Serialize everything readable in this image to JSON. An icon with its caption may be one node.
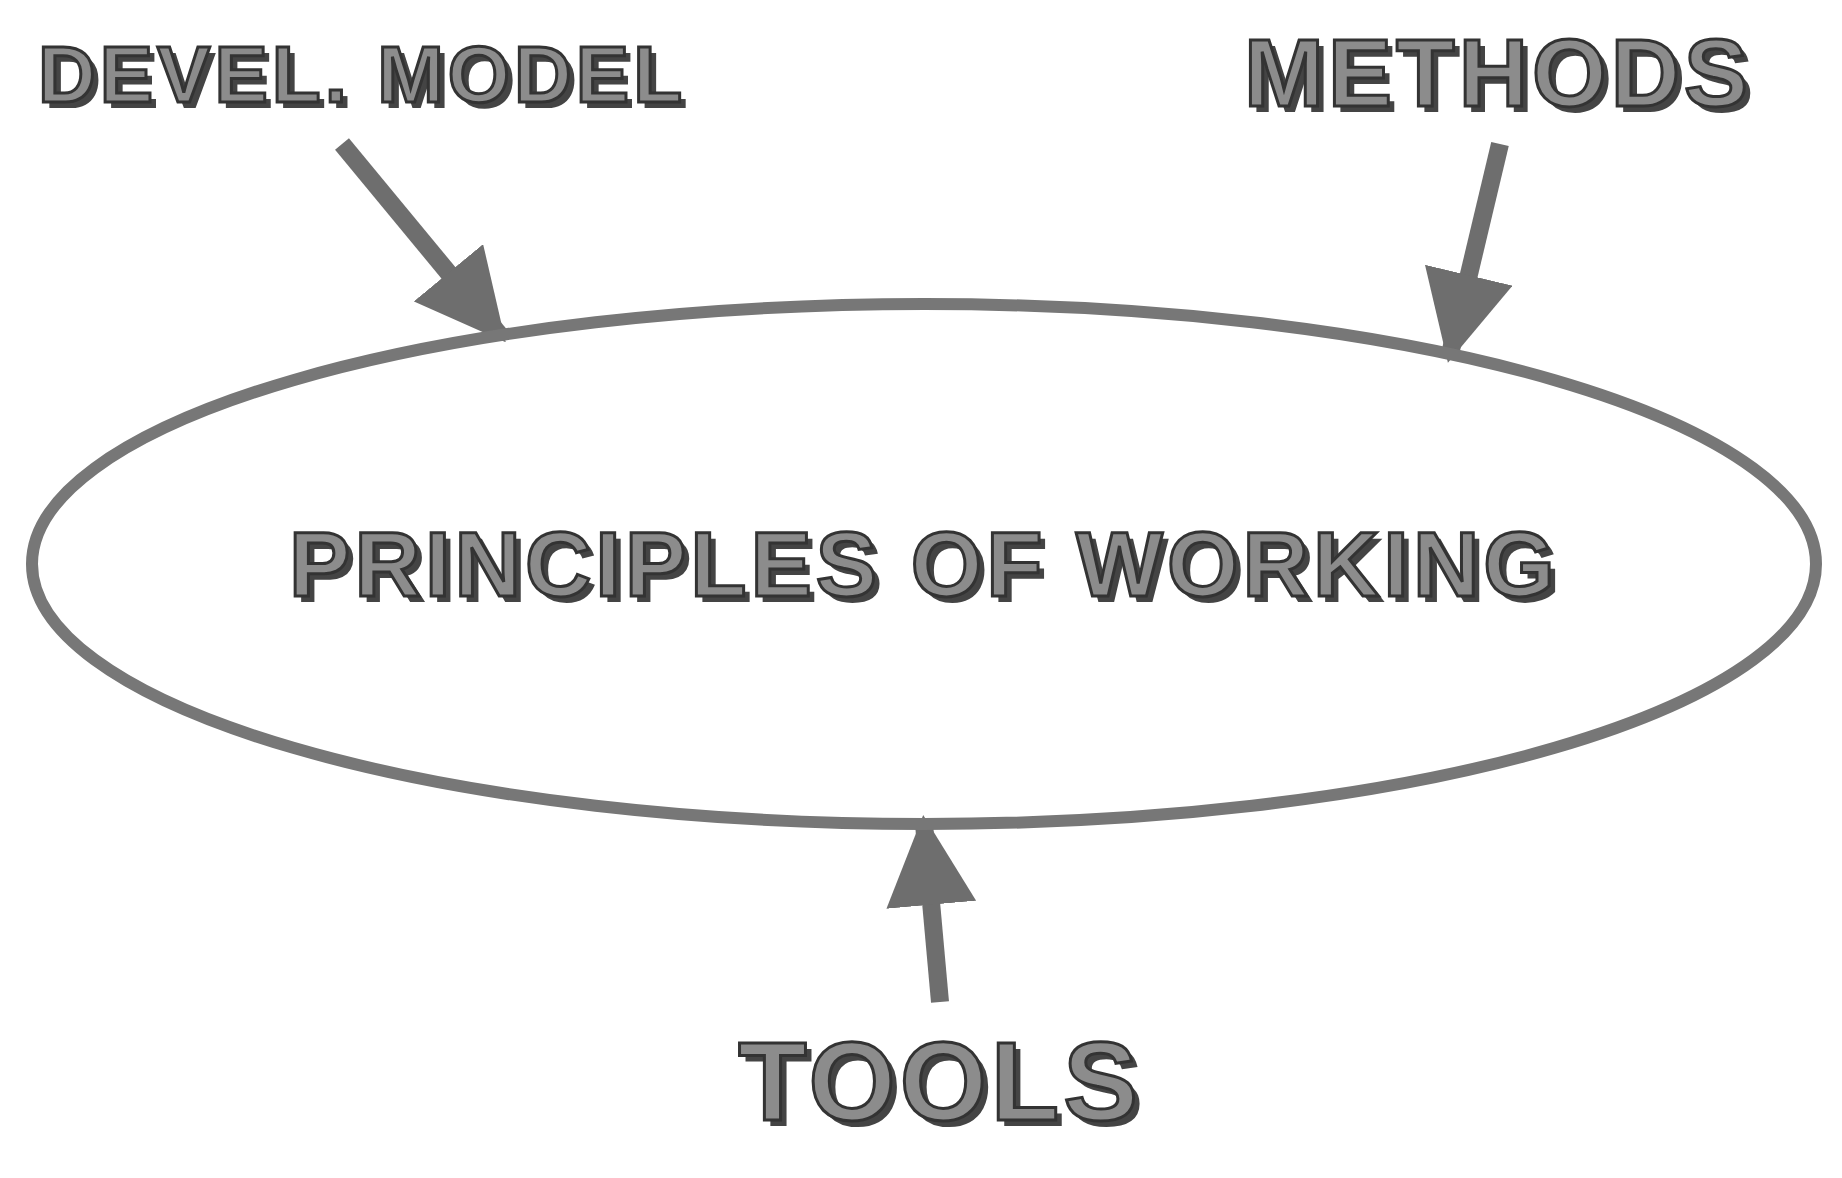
{
  "diagram": {
    "nodes": [
      {
        "text": [
          "DEVEL. MODEL"
        ]
      },
      {
        "text": [
          "METHODS"
        ]
      },
      {
        "text": [
          "PRINCIPLES OF WORKING"
        ]
      },
      {
        "text": [
          "TOOLS"
        ]
      }
    ],
    "edges": [
      {
        "from": 0,
        "to": 2,
        "arrow": "to"
      },
      {
        "from": 1,
        "to": 2,
        "arrow": "to"
      },
      {
        "from": 3,
        "to": 2,
        "arrow": "to"
      }
    ]
  }
}
